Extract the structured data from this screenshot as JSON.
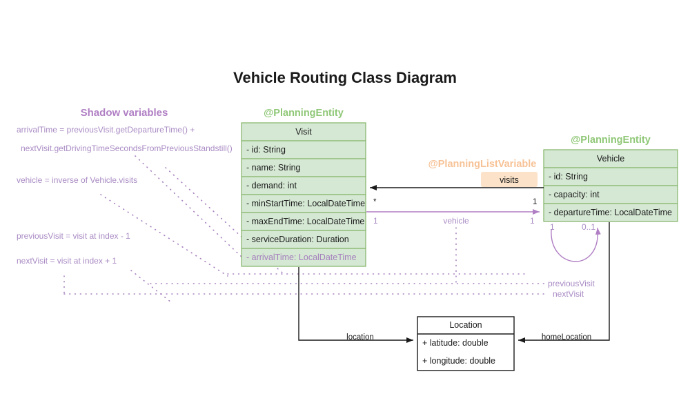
{
  "page": {
    "title": "Vehicle Routing Class Diagram",
    "background": "#ffffff"
  },
  "colors": {
    "entity_fill": "#D5E8D4",
    "entity_stroke": "#82B366",
    "stereotype_green": "#8FC776",
    "stereotype_orange": "#F7C296",
    "shadow_purple": "#A98BC4",
    "heading_purple": "#B07FC4",
    "badge_fill": "#FBE2C8",
    "plain_stroke": "#1a1a1a"
  },
  "shadow_section": {
    "heading": "Shadow variables",
    "notes": [
      "arrivalTime = previousVisit.getDepartureTime() +",
      "nextVisit.getDrivingTimeSecondsFromPreviousStandstill()",
      "vehicle = inverse of Vehicle.visits",
      "previousVisit = visit at index - 1",
      "nextVisit = visit at index + 1"
    ]
  },
  "classes": {
    "visit": {
      "stereotype": "@PlanningEntity",
      "name": "Visit",
      "attributes": [
        {
          "text": "- id: String",
          "shadow": false
        },
        {
          "text": "- name: String",
          "shadow": false
        },
        {
          "text": "- demand: int",
          "shadow": false
        },
        {
          "text": "- minStartTime: LocalDateTime",
          "shadow": false
        },
        {
          "text": "- maxEndTime: LocalDateTime",
          "shadow": false
        },
        {
          "text": "- serviceDuration: Duration",
          "shadow": false
        },
        {
          "text": "- arrivalTime: LocalDateTime",
          "shadow": true
        }
      ]
    },
    "vehicle": {
      "stereotype": "@PlanningEntity",
      "name": "Vehicle",
      "attributes": [
        {
          "text": "- id: String",
          "shadow": false
        },
        {
          "text": "- capacity: int",
          "shadow": false
        },
        {
          "text": "- departureTime: LocalDateTime",
          "shadow": false
        }
      ]
    },
    "location": {
      "name": "Location",
      "attributes": [
        {
          "text": "+ latitude: double",
          "shadow": false
        },
        {
          "text": "+ longitude: double",
          "shadow": false
        }
      ]
    }
  },
  "relations": {
    "visits": {
      "stereotype": "@PlanningListVariable",
      "badge_label": "visits",
      "source_multiplicity": "*",
      "target_multiplicity": "1"
    },
    "vehicle_ref": {
      "label": "vehicle",
      "source_multiplicity": "1",
      "target_multiplicity": "1"
    },
    "self_loop": {
      "left_multiplicity": "1",
      "right_multiplicity": "0..1"
    },
    "previous_visit": {
      "label": "previousVisit"
    },
    "next_visit": {
      "label": "nextVisit"
    },
    "location_link": {
      "label": "location"
    },
    "home_location_link": {
      "label": "homeLocation"
    }
  }
}
